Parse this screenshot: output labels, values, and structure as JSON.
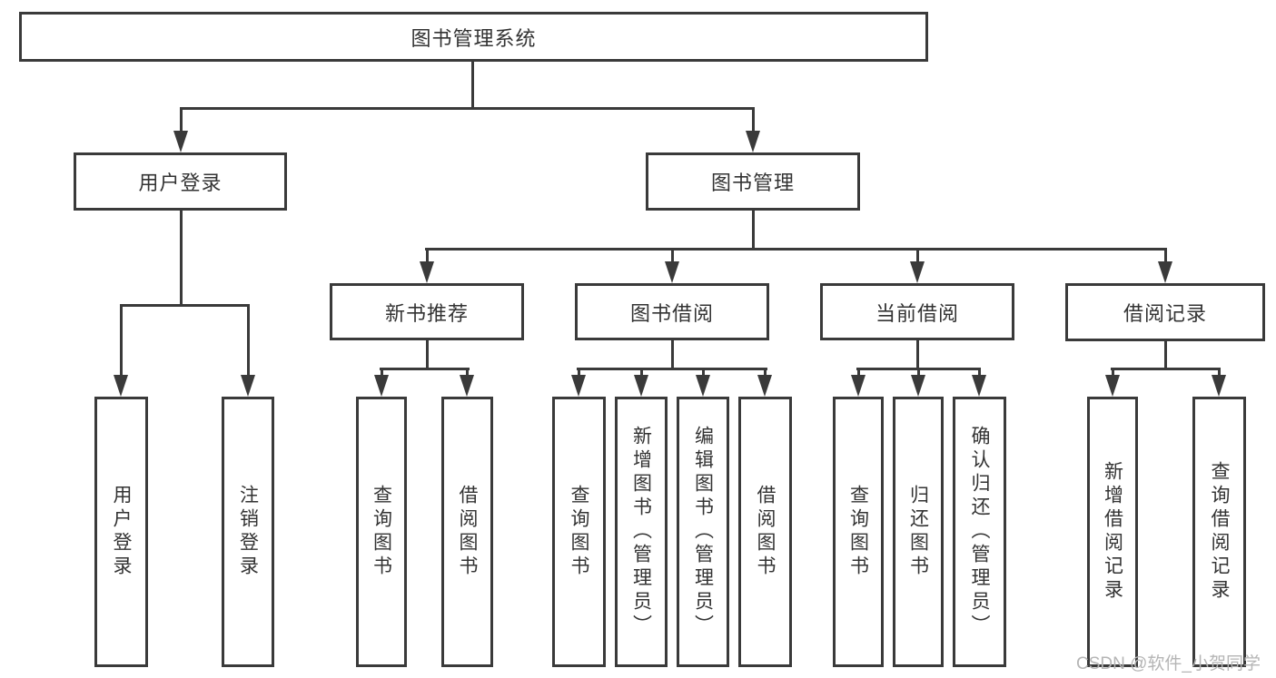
{
  "diagram": {
    "title": "图书管理系统",
    "root": {
      "label": "图书管理系统"
    },
    "level1": [
      {
        "label": "用户登录"
      },
      {
        "label": "图书管理"
      }
    ],
    "level2": [
      {
        "label": "新书推荐"
      },
      {
        "label": "图书借阅"
      },
      {
        "label": "当前借阅"
      },
      {
        "label": "借阅记录"
      }
    ],
    "leaves": [
      {
        "label": "用户登录",
        "parent": "用户登录"
      },
      {
        "label": "注销登录",
        "parent": "用户登录"
      },
      {
        "label": "查询图书",
        "parent": "新书推荐"
      },
      {
        "label": "借阅图书",
        "parent": "新书推荐"
      },
      {
        "label": "查询图书",
        "parent": "图书借阅"
      },
      {
        "label": "新增图书（管理员）",
        "parent": "图书借阅"
      },
      {
        "label": "编辑图书（管理员）",
        "parent": "图书借阅"
      },
      {
        "label": "借阅图书",
        "parent": "图书借阅"
      },
      {
        "label": "查询图书",
        "parent": "当前借阅"
      },
      {
        "label": "归还图书",
        "parent": "当前借阅"
      },
      {
        "label": "确认归还（管理员）",
        "parent": "当前借阅"
      },
      {
        "label": "新增借阅记录",
        "parent": "借阅记录"
      },
      {
        "label": "查询借阅记录",
        "parent": "借阅记录"
      }
    ],
    "watermark": "CSDN @软件_小贺同学",
    "colors": {
      "line": "#3a3a3a",
      "text": "#333333",
      "watermark": "#b5b5b5",
      "background": "#ffffff"
    }
  }
}
